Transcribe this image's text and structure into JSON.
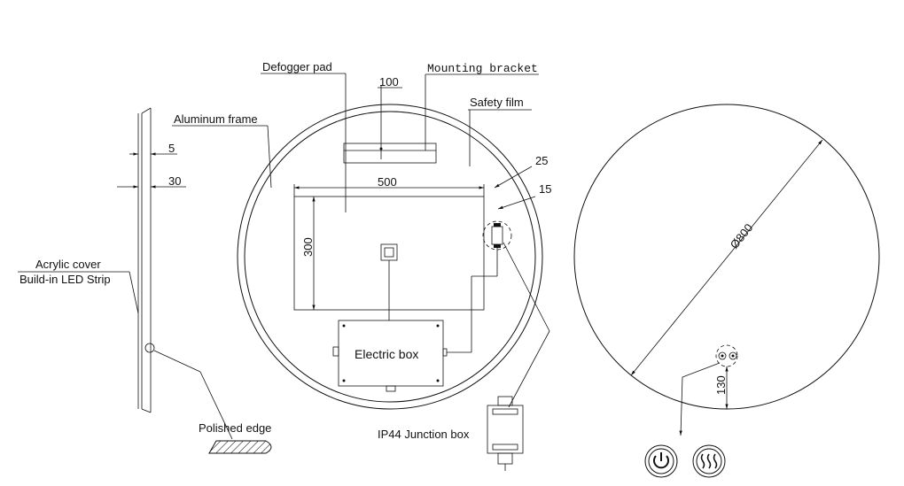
{
  "labels": {
    "defogger_pad": "Defogger pad",
    "mounting_bracket": "Mounting bracket",
    "safety_film": "Safety film",
    "aluminum_frame": "Aluminum frame",
    "acrylic_cover": "Acrylic cover",
    "led_strip": "Build-in LED Strip",
    "polished_edge": "Polished edge",
    "electric_box": "Electric box",
    "junction_box": "IP44 Junction box"
  },
  "dimensions": {
    "d100": "100",
    "d5": "5",
    "d30": "30",
    "d25": "25",
    "d15": "15",
    "d500": "500",
    "d300": "300",
    "d800": "Ø800",
    "d130": "130"
  },
  "icons": {
    "power": "power-icon",
    "defog": "heat-waves-icon"
  }
}
